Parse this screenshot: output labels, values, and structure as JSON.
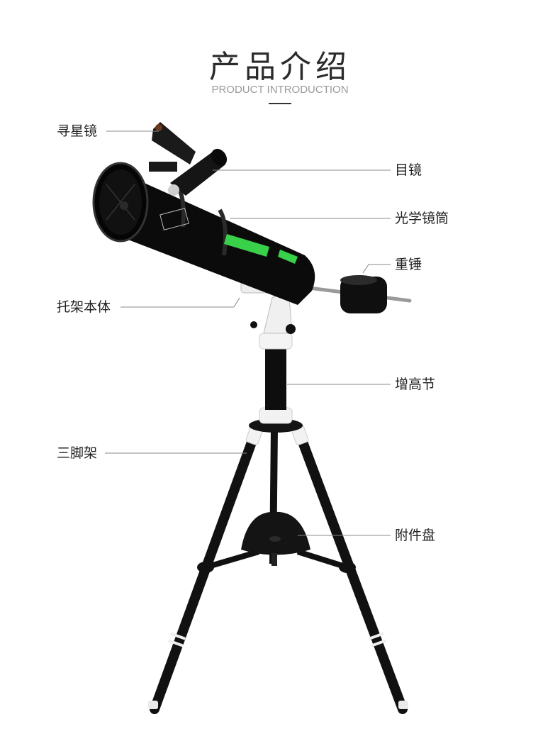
{
  "header": {
    "title": "产品介绍",
    "subtitle": "PRODUCT INTRODUCTION"
  },
  "product": {
    "name": "reflector-telescope-on-tripod",
    "colors": {
      "tube": "#0d0d0d",
      "accent_rail": "#39d04a",
      "mount_white": "#eeeeee",
      "leader_line": "#888888"
    }
  },
  "callouts": {
    "finder": "寻星镜",
    "eyepiece": "目镜",
    "optical_tube": "光学镜筒",
    "counterweight": "重锤",
    "mount_body": "托架本体",
    "extension_pier": "增高节",
    "tripod": "三脚架",
    "accessory_tray": "附件盘"
  }
}
